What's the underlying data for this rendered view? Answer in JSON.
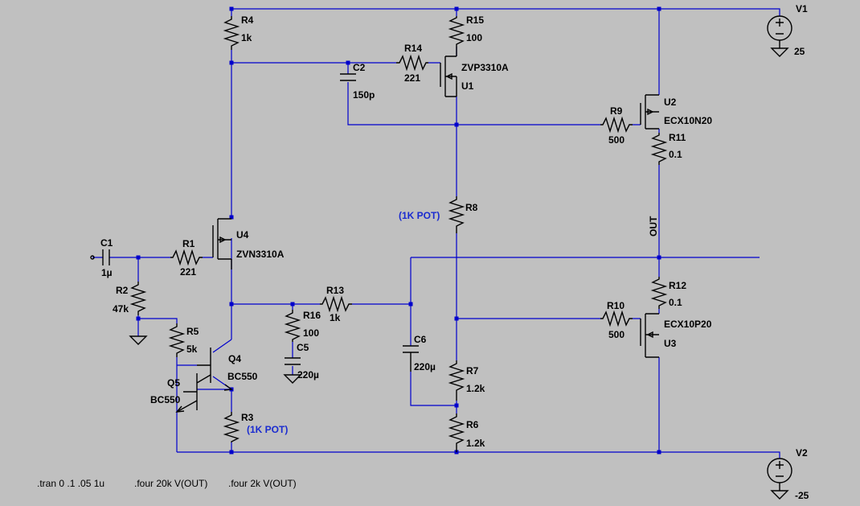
{
  "colors": {
    "background": "#c0c0c0",
    "wire": "#0000cc",
    "component": "#000000",
    "annotation": "#1a2bd0"
  },
  "parts": {
    "R4": {
      "name": "R4",
      "value": "1k"
    },
    "R15": {
      "name": "R15",
      "value": "100"
    },
    "R14": {
      "name": "R14",
      "value": "221"
    },
    "C2": {
      "name": "C2",
      "value": "150p"
    },
    "U1": {
      "name": "U1",
      "model": "ZVP3310A"
    },
    "U2": {
      "name": "U2",
      "model": "ECX10N20"
    },
    "R9": {
      "name": "R9",
      "value": "500"
    },
    "R11": {
      "name": "R11",
      "value": "0.1"
    },
    "R8": {
      "name": "R8",
      "value": "(1K POT)"
    },
    "U4": {
      "name": "U4",
      "model": "ZVN3310A"
    },
    "C1": {
      "name": "C1",
      "value": "1µ"
    },
    "R1": {
      "name": "R1",
      "value": "221"
    },
    "R2": {
      "name": "R2",
      "value": "47k"
    },
    "R5": {
      "name": "R5",
      "value": "5k"
    },
    "Q4": {
      "name": "Q4",
      "model": "BC550"
    },
    "Q5": {
      "name": "Q5",
      "model": "BC550"
    },
    "R3": {
      "name": "R3",
      "value": "(1K POT)"
    },
    "R13": {
      "name": "R13",
      "value": "1k"
    },
    "R16": {
      "name": "R16",
      "value": "100"
    },
    "C5": {
      "name": "C5",
      "value": "220µ"
    },
    "C6": {
      "name": "C6",
      "value": "220µ"
    },
    "R7": {
      "name": "R7",
      "value": "1.2k"
    },
    "R6": {
      "name": "R6",
      "value": "1.2k"
    },
    "R12": {
      "name": "R12",
      "value": "0.1"
    },
    "R10": {
      "name": "R10",
      "value": "500"
    },
    "U3": {
      "name": "U3",
      "model": "ECX10P20"
    },
    "V1": {
      "name": "V1",
      "value": "25"
    },
    "V2": {
      "name": "V2",
      "value": "-25"
    }
  },
  "net_labels": {
    "out": "OUT"
  },
  "directives": {
    "tran": ".tran 0 .1 .05 1u",
    "four1": ".four 20k V(OUT)",
    "four2": ".four 2k V(OUT)"
  }
}
